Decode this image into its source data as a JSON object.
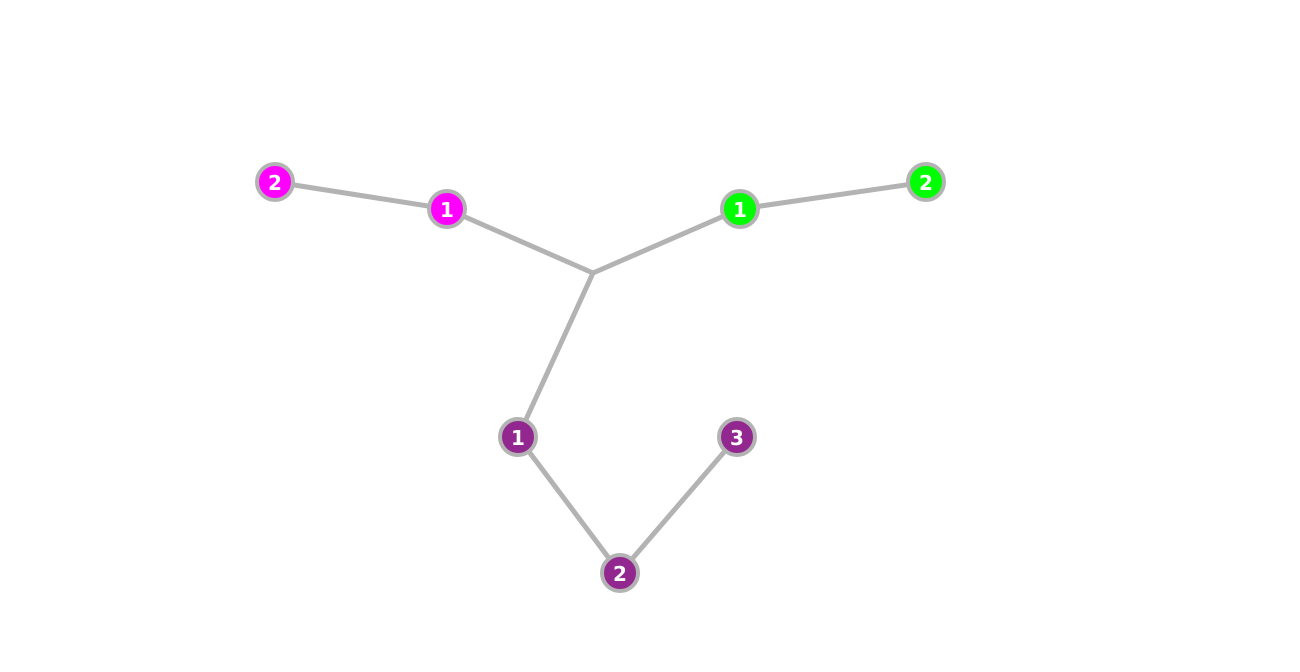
{
  "diagram": {
    "groups": [
      {
        "id": "magenta",
        "color": "#ff00ff"
      },
      {
        "id": "green",
        "color": "#00ff00"
      },
      {
        "id": "purple",
        "color": "#92278f"
      }
    ],
    "nodes": [
      {
        "id": "m1",
        "label": "1",
        "group": "magenta"
      },
      {
        "id": "m2",
        "label": "2",
        "group": "magenta"
      },
      {
        "id": "g1",
        "label": "1",
        "group": "green"
      },
      {
        "id": "g2",
        "label": "2",
        "group": "green"
      },
      {
        "id": "p1",
        "label": "1",
        "group": "purple"
      },
      {
        "id": "p2",
        "label": "2",
        "group": "purple"
      },
      {
        "id": "p3",
        "label": "3",
        "group": "purple"
      }
    ],
    "edges": [
      {
        "from": "hub",
        "to": "m1"
      },
      {
        "from": "m1",
        "to": "m2"
      },
      {
        "from": "hub",
        "to": "g1"
      },
      {
        "from": "g1",
        "to": "g2"
      },
      {
        "from": "hub",
        "to": "p1"
      },
      {
        "from": "p1",
        "to": "p2"
      },
      {
        "from": "p2",
        "to": "p3"
      }
    ],
    "edge_color": "#b3b3b3"
  }
}
